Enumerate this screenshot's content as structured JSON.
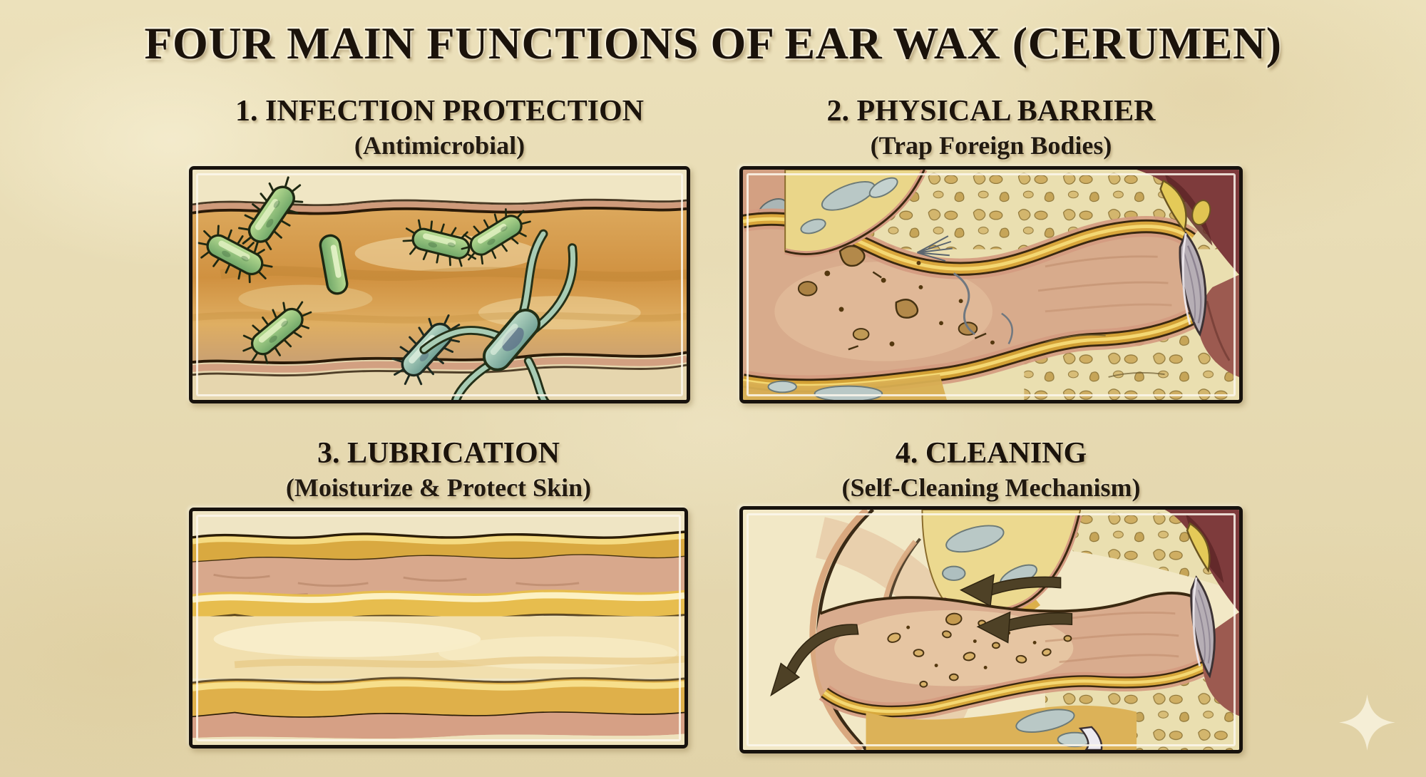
{
  "title": "FOUR MAIN FUNCTIONS OF EAR WAX (CERUMEN)",
  "panels": [
    {
      "heading": "1. INFECTION PROTECTION",
      "subtitle": "(Antimicrobial)",
      "illustration": "bacteria-in-ear-canal"
    },
    {
      "heading": "2. PHYSICAL BARRIER",
      "subtitle": "(Trap Foreign Bodies)",
      "illustration": "ear-canal-cross-section-with-trapped-debris"
    },
    {
      "heading": "3. LUBRICATION",
      "subtitle": "(Moisturize & Protect Skin)",
      "illustration": "moisturized-ear-canal-skin-layers"
    },
    {
      "heading": "4. CLEANING",
      "subtitle": "(Self-Cleaning Mechanism)",
      "illustration": "ear-canal-outward-wax-migration-arrows"
    }
  ],
  "colors": {
    "background": "#ece1bb",
    "ink": "#1b130b",
    "panel_border": "#17120d",
    "wax_amber": "#d09140",
    "wax_gold_highlight": "#f4d873",
    "skin_pink": "#d8ab8c",
    "bacteria_green": "#7fae6c",
    "bacteria_teal": "#86aa9e",
    "bone_cream": "#eadfb0",
    "eardrum_gray": "#b6aeb5",
    "middle_ear_maroon": "#7e3b3c",
    "arrow_brown": "#4e4126"
  },
  "watermark": {
    "icon": "sparkle-icon"
  }
}
